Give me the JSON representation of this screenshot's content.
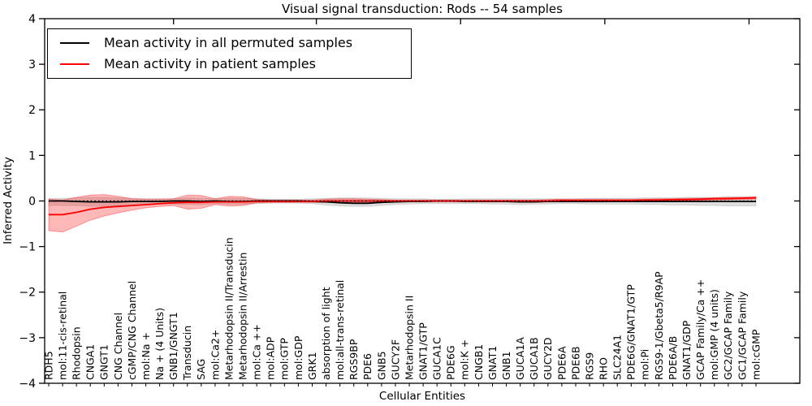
{
  "chart_data": {
    "type": "line",
    "title": "Visual signal transduction: Rods -- 54 samples",
    "xlabel": "Cellular Entities",
    "ylabel": "Inferred Activity",
    "ylim": [
      -4,
      4
    ],
    "ytick_values": [
      -4,
      -3,
      -2,
      -1,
      0,
      1,
      2,
      3,
      4
    ],
    "ytick_labels": [
      "−4",
      "−3",
      "−2",
      "−1",
      "0",
      "1",
      "2",
      "3",
      "4"
    ],
    "grid": false,
    "legend_position": "upper left",
    "zero_line": {
      "y": 0,
      "style": "dotted",
      "color": "#000000"
    },
    "top_tick_indices": [
      9.0,
      19.3,
      29.7,
      40.1,
      50.5
    ],
    "categories": [
      "RDH5",
      "mol:11-cis-retinal",
      "Rhodopsin",
      "CNGA1",
      "GNGT1",
      "CNG Channel",
      "cGMP/CNG Channel",
      "mol:Na +",
      "Na + (4 Units)",
      "GNB1/GNGT1",
      "Transducin",
      "SAG",
      "mol:Ca2+",
      "Metarhodopsin II/Transducin",
      "Metarhodopsin II/Arrestin",
      "mol:Ca ++",
      "mol:ADP",
      "mol:GTP",
      "mol:GDP",
      "GRK1",
      "absorption of light",
      "mol:all-trans-retinal",
      "RGS9BP",
      "PDE6",
      "GNB5",
      "GUCY2F",
      "Metarhodopsin II",
      "GNAT1/GTP",
      "GUCA1C",
      "PDE6G",
      "mol:K +",
      "CNGB1",
      "GNAT1",
      "GNB1",
      "GUCA1A",
      "GUCA1B",
      "GUCY2D",
      "PDE6A",
      "PDE6B",
      "RGS9",
      "RHO",
      "SLC24A1",
      "PDE6G/GNAT1/GTP",
      "mol:Pi",
      "RGS9-1/Gbeta5/R9AP",
      "PDE6A/B",
      "GNAT1/GDP",
      "GCAP Family/Ca ++",
      "mol:GMP (4 units)",
      "GC2/GCAP Family",
      "GC1/GCAP Family",
      "mol:cGMP"
    ],
    "series": [
      {
        "name": "Mean activity in all permuted samples",
        "color": "#000000",
        "band_fill": "rgba(0,0,0,0.13)",
        "band_edge": "rgba(0,0,0,0.10)",
        "values": [
          0,
          0,
          -0.01,
          -0.02,
          -0.02,
          -0.02,
          -0.01,
          -0.01,
          -0.01,
          0,
          0,
          -0.01,
          0,
          -0.01,
          -0.01,
          0,
          0,
          0,
          0,
          -0.01,
          -0.02,
          -0.04,
          -0.05,
          -0.05,
          -0.03,
          -0.02,
          -0.01,
          -0.01,
          0,
          0,
          -0.01,
          -0.01,
          -0.01,
          -0.01,
          -0.02,
          -0.02,
          -0.01,
          -0.01,
          -0.01,
          -0.01,
          -0.01,
          -0.01,
          -0.01,
          -0.01,
          -0.01,
          -0.01,
          -0.01,
          -0.01,
          -0.01,
          -0.01,
          -0.01,
          -0.01
        ],
        "band_upper": [
          0.06,
          0.06,
          0.07,
          0.08,
          0.08,
          0.07,
          0.06,
          0.05,
          0.05,
          0.05,
          0.07,
          0.06,
          0.05,
          0.06,
          0.06,
          0.05,
          0.04,
          0.04,
          0.04,
          0.05,
          0.06,
          0.07,
          0.07,
          0.07,
          0.06,
          0.05,
          0.05,
          0.05,
          0.04,
          0.04,
          0.05,
          0.05,
          0.05,
          0.05,
          0.05,
          0.05,
          0.05,
          0.05,
          0.05,
          0.06,
          0.06,
          0.06,
          0.06,
          0.07,
          0.07,
          0.07,
          0.08,
          0.08,
          0.08,
          0.09,
          0.09,
          0.09
        ],
        "band_lower": [
          -0.1,
          -0.1,
          -0.1,
          -0.12,
          -0.12,
          -0.11,
          -0.09,
          -0.08,
          -0.07,
          -0.07,
          -0.08,
          -0.08,
          -0.06,
          -0.07,
          -0.07,
          -0.06,
          -0.05,
          -0.05,
          -0.05,
          -0.06,
          -0.09,
          -0.11,
          -0.12,
          -0.12,
          -0.1,
          -0.08,
          -0.07,
          -0.06,
          -0.06,
          -0.06,
          -0.06,
          -0.06,
          -0.07,
          -0.07,
          -0.08,
          -0.07,
          -0.07,
          -0.06,
          -0.06,
          -0.07,
          -0.07,
          -0.07,
          -0.07,
          -0.08,
          -0.08,
          -0.09,
          -0.09,
          -0.1,
          -0.1,
          -0.11,
          -0.11,
          -0.11
        ]
      },
      {
        "name": "Mean activity in patient samples",
        "color": "#ff0000",
        "band_fill": "rgba(255,0,0,0.28)",
        "band_edge": "rgba(255,0,0,0.35)",
        "values": [
          -0.3,
          -0.3,
          -0.25,
          -0.18,
          -0.14,
          -0.12,
          -0.1,
          -0.08,
          -0.06,
          -0.04,
          -0.03,
          -0.03,
          -0.02,
          -0.02,
          -0.02,
          -0.01,
          -0.01,
          -0.01,
          -0.01,
          -0.01,
          0,
          0,
          0,
          0,
          0,
          0,
          0,
          0,
          0,
          0,
          0,
          0,
          0,
          0,
          0,
          0,
          0,
          0.01,
          0.01,
          0.01,
          0.01,
          0.01,
          0.01,
          0.02,
          0.02,
          0.03,
          0.03,
          0.04,
          0.05,
          0.05,
          0.06,
          0.07
        ],
        "band_upper": [
          0.04,
          0.02,
          0.08,
          0.13,
          0.14,
          0.1,
          0.05,
          0.04,
          0.04,
          0.05,
          0.13,
          0.12,
          0.05,
          0.1,
          0.09,
          0.03,
          0.02,
          0.02,
          0.02,
          0.02,
          0.04,
          0.05,
          0.05,
          0.04,
          0.03,
          0.02,
          0.02,
          0.02,
          0.02,
          0.02,
          0.02,
          0.02,
          0.02,
          0.02,
          0.02,
          0.02,
          0.03,
          0.04,
          0.04,
          0.04,
          0.04,
          0.04,
          0.04,
          0.04,
          0.05,
          0.05,
          0.06,
          0.06,
          0.07,
          0.08,
          0.08,
          0.09
        ],
        "band_lower": [
          -0.65,
          -0.68,
          -0.55,
          -0.42,
          -0.33,
          -0.26,
          -0.2,
          -0.15,
          -0.12,
          -0.1,
          -0.18,
          -0.16,
          -0.08,
          -0.11,
          -0.1,
          -0.04,
          -0.03,
          -0.03,
          -0.03,
          -0.03,
          -0.03,
          -0.03,
          -0.03,
          -0.03,
          -0.02,
          -0.02,
          -0.02,
          -0.02,
          -0.02,
          -0.02,
          -0.02,
          -0.02,
          -0.02,
          -0.02,
          -0.02,
          -0.02,
          -0.02,
          -0.02,
          -0.02,
          -0.02,
          -0.02,
          -0.01,
          -0.01,
          0,
          0,
          0,
          0.01,
          0.01,
          0.02,
          0.03,
          0.03,
          0.04
        ]
      }
    ]
  }
}
